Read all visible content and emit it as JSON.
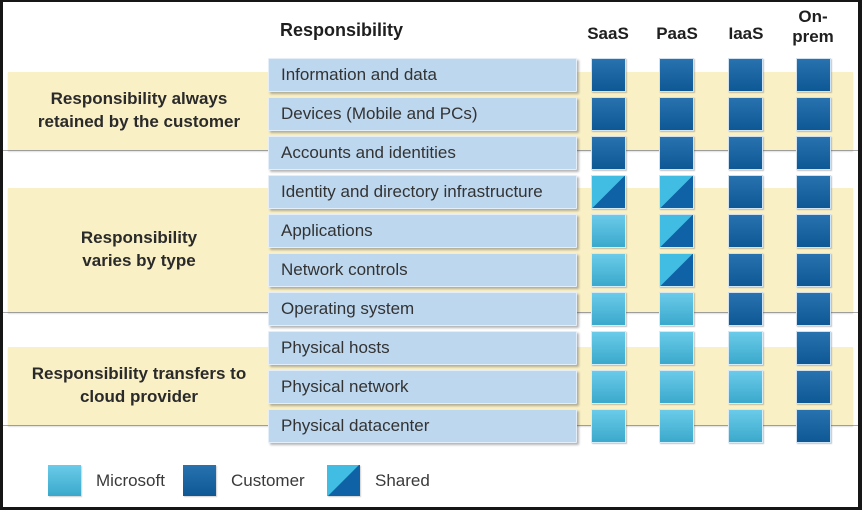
{
  "header": {
    "responsibility": "Responsibility",
    "columns": [
      "SaaS",
      "PaaS",
      "IaaS",
      "On-prem"
    ]
  },
  "groups": [
    {
      "label": "Responsibility always retained by the customer"
    },
    {
      "label": "Responsibility varies by type"
    },
    {
      "label": "Responsibility transfers to cloud provider"
    }
  ],
  "rows": [
    {
      "label": "Information and data",
      "cells": [
        "customer",
        "customer",
        "customer",
        "customer"
      ]
    },
    {
      "label": "Devices (Mobile and PCs)",
      "cells": [
        "customer",
        "customer",
        "customer",
        "customer"
      ]
    },
    {
      "label": "Accounts and identities",
      "cells": [
        "customer",
        "customer",
        "customer",
        "customer"
      ]
    },
    {
      "label": "Identity and directory infrastructure",
      "cells": [
        "shared",
        "shared",
        "customer",
        "customer"
      ]
    },
    {
      "label": "Applications",
      "cells": [
        "microsoft",
        "shared",
        "customer",
        "customer"
      ]
    },
    {
      "label": "Network controls",
      "cells": [
        "microsoft",
        "shared",
        "customer",
        "customer"
      ]
    },
    {
      "label": "Operating system",
      "cells": [
        "microsoft",
        "microsoft",
        "customer",
        "customer"
      ]
    },
    {
      "label": "Physical hosts",
      "cells": [
        "microsoft",
        "microsoft",
        "microsoft",
        "customer"
      ]
    },
    {
      "label": "Physical network",
      "cells": [
        "microsoft",
        "microsoft",
        "microsoft",
        "customer"
      ]
    },
    {
      "label": "Physical datacenter",
      "cells": [
        "microsoft",
        "microsoft",
        "microsoft",
        "customer"
      ]
    }
  ],
  "legend": [
    {
      "label": "Microsoft",
      "type": "microsoft"
    },
    {
      "label": "Customer",
      "type": "customer"
    },
    {
      "label": "Shared",
      "type": "shared"
    }
  ],
  "colors": {
    "microsoft": "#41BCE3",
    "customer": "#0F62A6",
    "band_yellow": "#FAF0C5",
    "row_blue": "#BDD7EE"
  }
}
